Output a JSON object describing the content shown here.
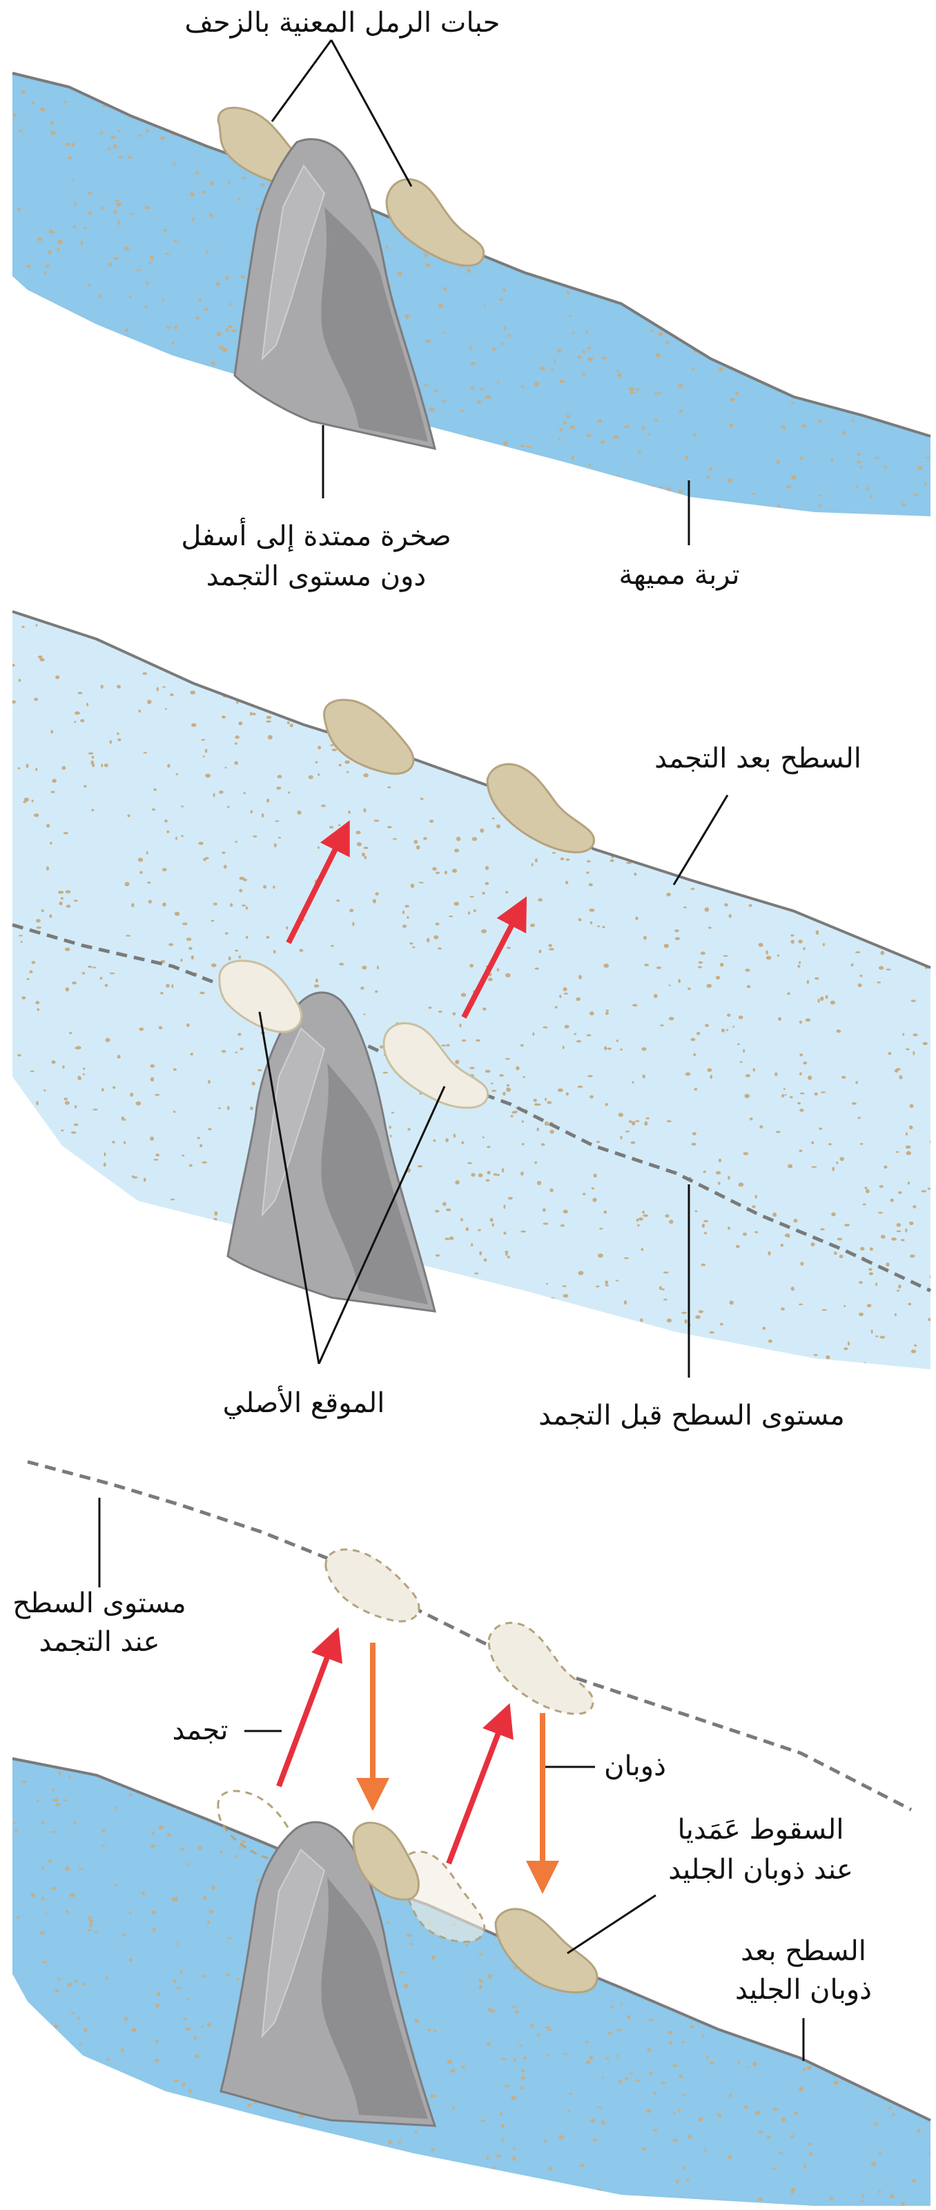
{
  "panel1": {
    "label_sand": "حبات الرمل المعنية بالزحف",
    "label_rock_1": "صخرة ممتدة إلى أسفل",
    "label_rock_2": "دون مستوى التجمد",
    "label_soil": "تربة مميهة"
  },
  "panel2": {
    "label_surface_after": "السطح بعد التجمد",
    "label_original": "الموقع الأصلي",
    "label_surface_before": "مستوى السطح قبل التجمد"
  },
  "panel3": {
    "label_frozen_level_1": "مستوى السطح",
    "label_frozen_level_2": "عند التجمد",
    "label_freeze": "تجمد",
    "label_thaw": "ذوبان",
    "label_drop_1": "السقوط عَمَديا",
    "label_drop_2": "عند ذوبان الجليد",
    "label_after_thaw_1": "السطح بعد",
    "label_after_thaw_2": "ذوبان الجليد"
  },
  "colors": {
    "wet_soil": "#8ec8ea",
    "frozen_soil": "#d3ebf8",
    "rock": "#a9a9ab",
    "rock_dark": "#8e8e90",
    "pebble": "#d6c9a7",
    "pebble_frozen": "#f1ede2",
    "arrow_freeze": "#e8303d",
    "arrow_thaw": "#f07a3a",
    "dots": "#c8ad85"
  }
}
